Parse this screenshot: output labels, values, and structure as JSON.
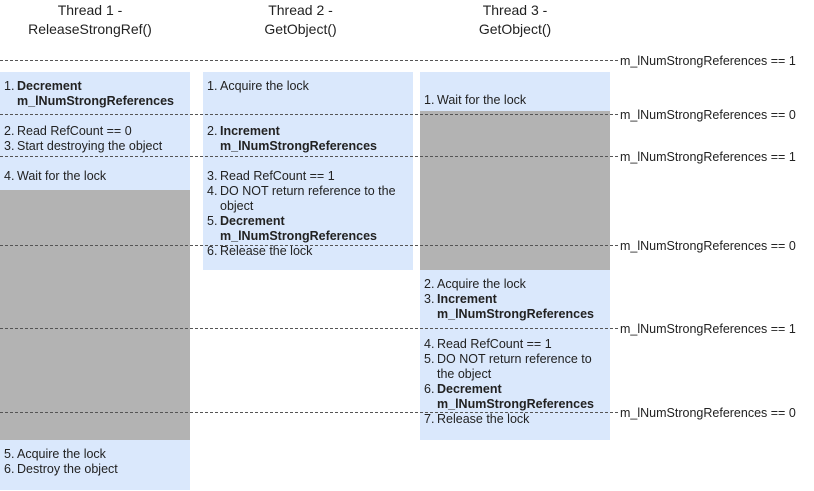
{
  "headers": {
    "t1_line1": "Thread 1 -",
    "t1_line2": "ReleaseStrongRef()",
    "t2_line1": "Thread 2 -",
    "t2_line2": "GetObject()",
    "t3_line1": "Thread 3 -",
    "t3_line2": "GetObject()"
  },
  "levels": {
    "l1": "m_lNumStrongReferences == 1",
    "l2": "m_lNumStrongReferences == 0",
    "l3": "m_lNumStrongReferences == 1",
    "l4": "m_lNumStrongReferences == 0",
    "l5": "m_lNumStrongReferences == 1",
    "l6": "m_lNumStrongReferences == 0"
  },
  "thread1": {
    "s1_num": "1.",
    "s1_a": "Decrement",
    "s1_b": "m_lNumStrongReferences",
    "s2_num": "2.",
    "s2": "Read RefCount == 0",
    "s3_num": "3.",
    "s3": "Start destroying the object",
    "s4_num": "4.",
    "s4": "Wait for the lock",
    "s5_num": "5.",
    "s5": "Acquire the lock",
    "s6_num": "6.",
    "s6": "Destroy the object"
  },
  "thread2": {
    "s1_num": "1.",
    "s1": "Acquire the lock",
    "s2_num": "2.",
    "s2_a": "Increment",
    "s2_b": "m_lNumStrongReferences",
    "s3_num": "3.",
    "s3": "Read RefCount == 1",
    "s4_num": "4.",
    "s4_a": "DO NOT return reference to the",
    "s4_b": "object",
    "s5_num": "5.",
    "s5_a": "Decrement",
    "s5_b": "m_lNumStrongReferences",
    "s6_num": "6.",
    "s6": "Release the lock"
  },
  "thread3": {
    "s1_num": "1.",
    "s1": "Wait for the lock",
    "s2_num": "2.",
    "s2": "Acquire the lock",
    "s3_num": "3.",
    "s3_a": "Increment",
    "s3_b": "m_lNumStrongReferences",
    "s4_num": "4.",
    "s4": "Read RefCount == 1",
    "s5_num": "5.",
    "s5_a": "DO NOT return reference to",
    "s5_b": "the object",
    "s6_num": "6.",
    "s6_a": "Decrement",
    "s6_b": "m_lNumStrongReferences",
    "s7_num": "7.",
    "s7": "Release the lock"
  }
}
